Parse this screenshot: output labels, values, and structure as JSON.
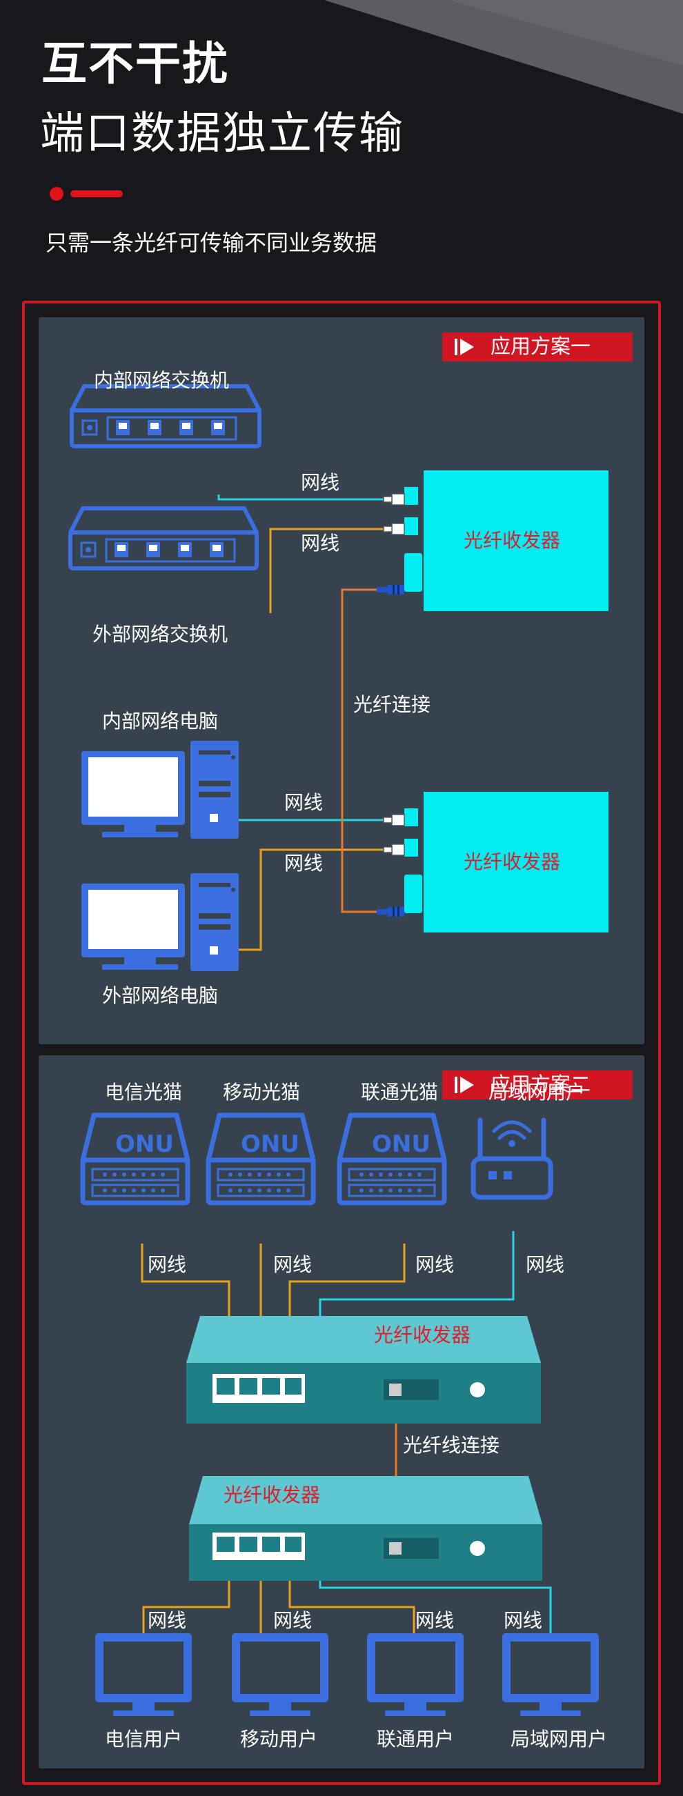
{
  "header": {
    "title": "互不干扰",
    "subtitle": "端口数据独立传输",
    "description": "只需一条光纤可传输不同业务数据"
  },
  "scheme1": {
    "badge": "应用方案一",
    "internal_switch": "内部网络交换机",
    "external_switch": "外部网络交换机",
    "internal_pc": "内部网络电脑",
    "external_pc": "外部网络电脑",
    "cable_1": "网线",
    "cable_2": "网线",
    "cable_3": "网线",
    "cable_4": "网线",
    "fiber_link": "光纤连接",
    "transceiver_top": "光纤收发器",
    "transceiver_bottom": "光纤收发器"
  },
  "scheme2": {
    "badge": "应用方案二",
    "telecom_modem": "电信光猫",
    "mobile_modem": "移动光猫",
    "unicom_modem": "联通光猫",
    "lan_user_top": "局域网用户",
    "onu_1": "ONU",
    "onu_2": "ONU",
    "onu_3": "ONU",
    "cable_top_1": "网线",
    "cable_top_2": "网线",
    "cable_top_3": "网线",
    "cable_top_4": "网线",
    "transceiver_top": "光纤收发器",
    "fiber_link": "光纤线连接",
    "transceiver_bottom": "光纤收发器",
    "cable_bottom_1": "网线",
    "cable_bottom_2": "网线",
    "cable_bottom_3": "网线",
    "cable_bottom_4": "网线",
    "telecom_user": "电信用户",
    "mobile_user": "移动用户",
    "unicom_user": "联通用户",
    "lan_user_bottom": "局域网用户"
  },
  "colors": {
    "accent_red": "#d01622",
    "device_blue": "#3b6fe0",
    "transceiver_cyan": "#00eef2",
    "box_teal": "#1e7f86",
    "cable_orange": "#e6a21c",
    "cable_cyan": "#27d6e3"
  }
}
